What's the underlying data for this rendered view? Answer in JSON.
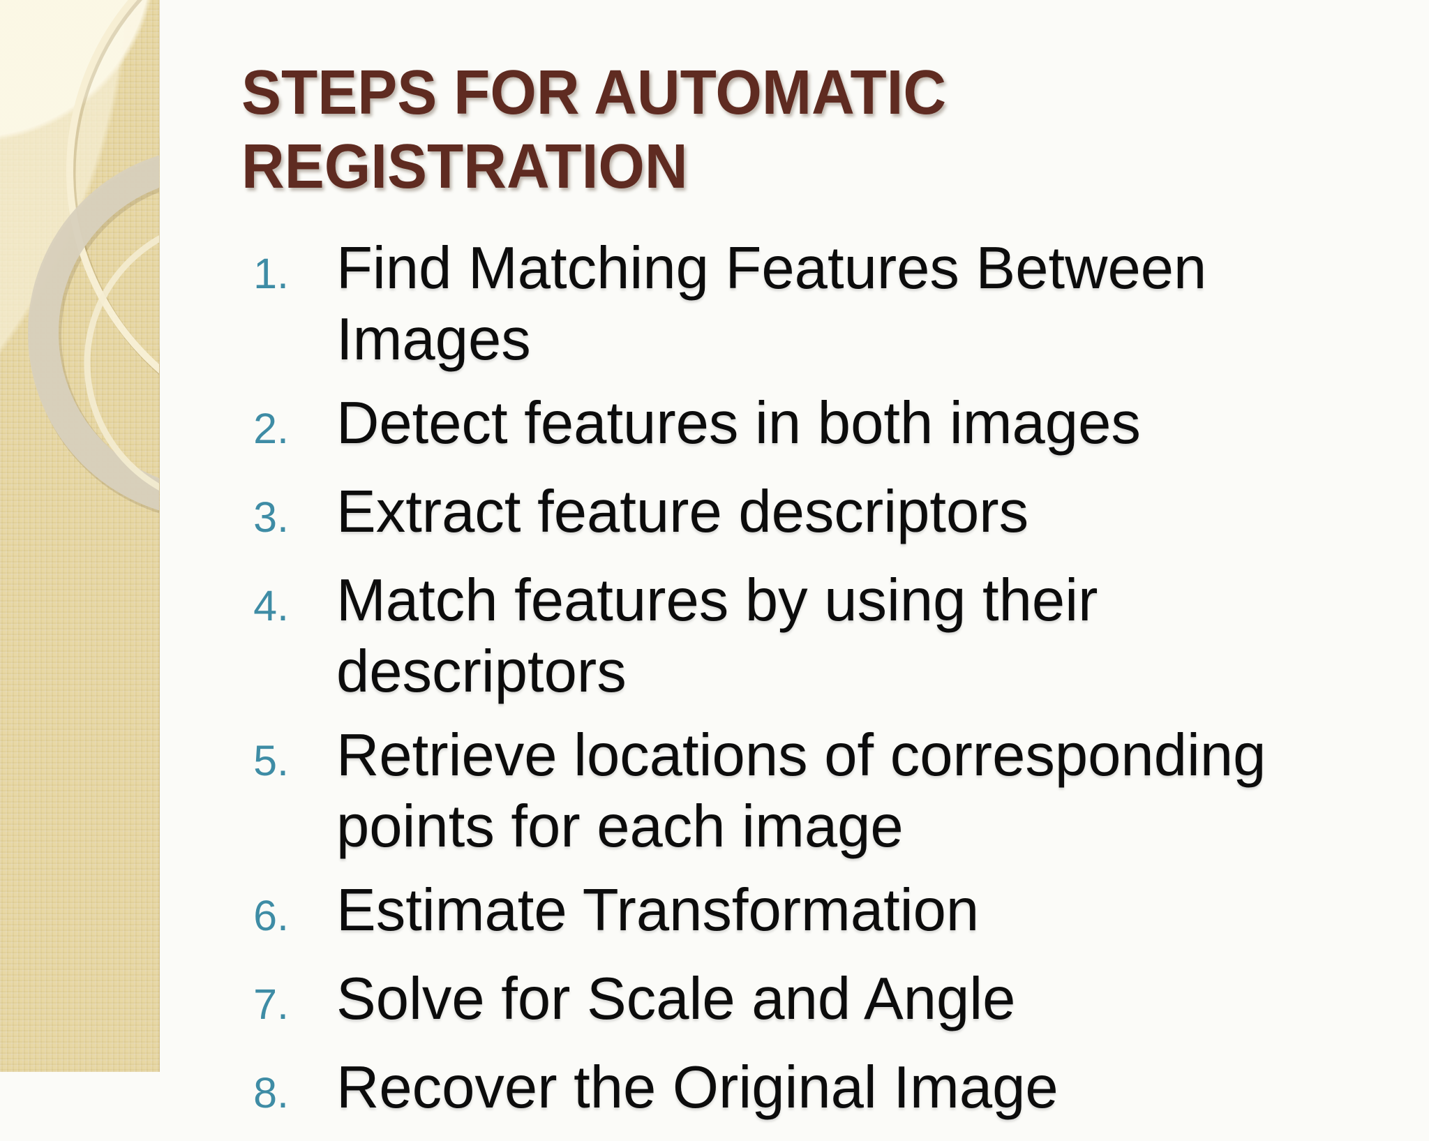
{
  "slide": {
    "title_full": "STEPS FOR AUTOMATIC REGISTRATION",
    "title_lines": [
      "STEPS FOR AUTOMATIC",
      "REGISTRATION"
    ],
    "steps": [
      {
        "num": "1.",
        "text": "Find Matching Features Between Images"
      },
      {
        "num": "2.",
        "text": "Detect features in both images"
      },
      {
        "num": "3.",
        "text": "Extract feature descriptors"
      },
      {
        "num": "4.",
        "text": "Match features by using their descriptors"
      },
      {
        "num": "5.",
        "text": "Retrieve locations of corresponding points for each image"
      },
      {
        "num": "6.",
        "text": "Estimate Transformation"
      },
      {
        "num": "7.",
        "text": "Solve for Scale and Angle"
      },
      {
        "num": "8.",
        "text": "Recover the Original Image"
      }
    ],
    "colors": {
      "title": "#5f2b21",
      "step_number": "#3e8ca5",
      "body_text": "#0c0c0c",
      "sidebar_base": "#e8d8a4",
      "content_background": "#fbfbf8"
    }
  }
}
